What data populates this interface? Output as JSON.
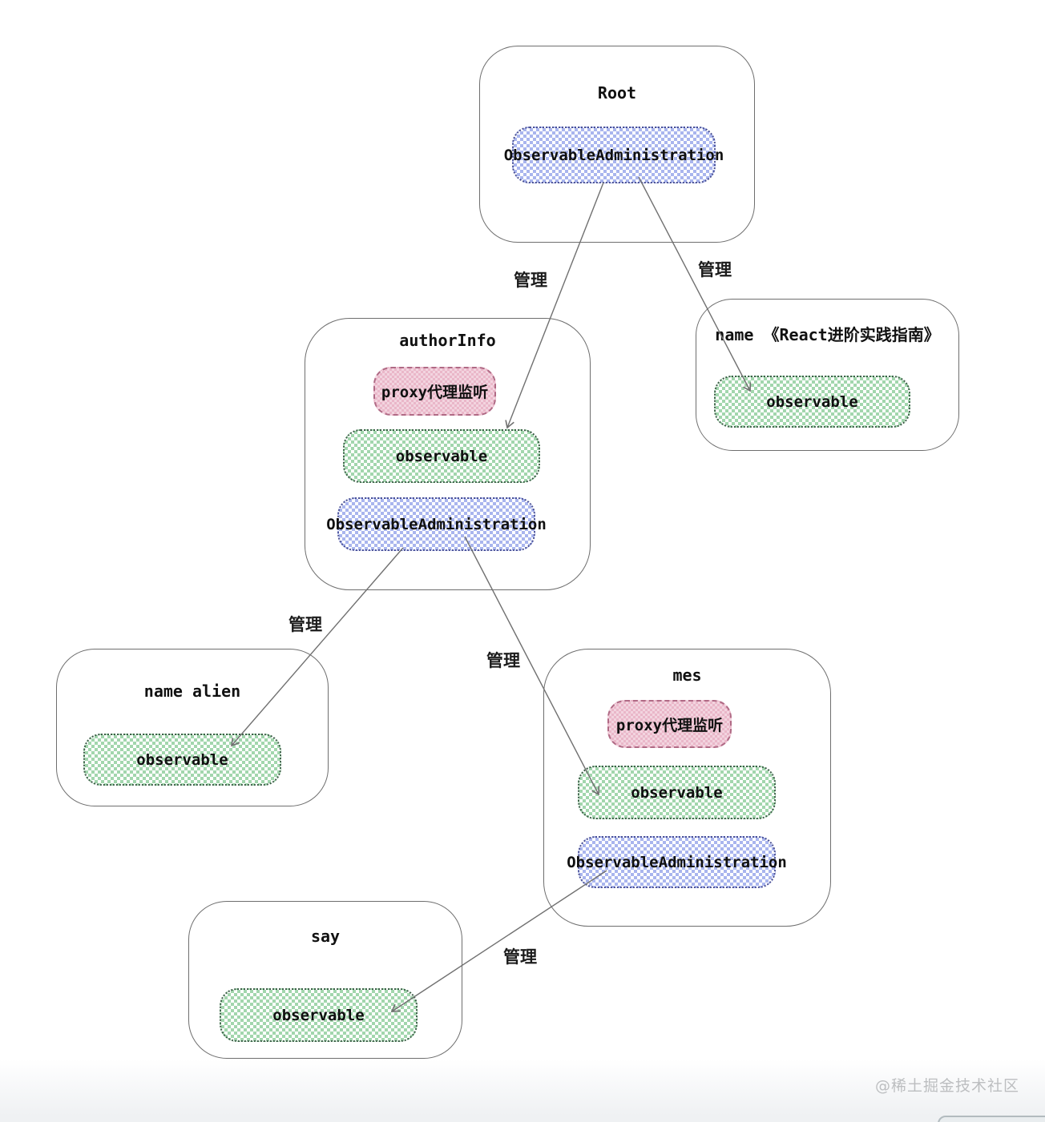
{
  "diagram": {
    "nodes": [
      {
        "title": "Root",
        "pills": [
          {
            "kind": "administration",
            "label": "ObservableAdministration"
          }
        ]
      },
      {
        "title": "authorInfo",
        "pills": [
          {
            "kind": "proxy",
            "label": "proxy代理监听"
          },
          {
            "kind": "observable",
            "label": "observable"
          },
          {
            "kind": "administration",
            "label": "ObservableAdministration"
          }
        ]
      },
      {
        "title": "name 《React进阶实践指南》",
        "pills": [
          {
            "kind": "observable",
            "label": "observable"
          }
        ]
      },
      {
        "title": "name alien",
        "pills": [
          {
            "kind": "observable",
            "label": "observable"
          }
        ]
      },
      {
        "title": "mes",
        "pills": [
          {
            "kind": "proxy",
            "label": "proxy代理监听"
          },
          {
            "kind": "observable",
            "label": "observable"
          },
          {
            "kind": "administration",
            "label": "ObservableAdministration"
          }
        ]
      },
      {
        "title": "say",
        "pills": [
          {
            "kind": "observable",
            "label": "observable"
          }
        ]
      }
    ],
    "edges": [
      {
        "from": "Root.ObservableAdministration",
        "to": "authorInfo.observable",
        "label": "管理"
      },
      {
        "from": "Root.ObservableAdministration",
        "to": "name.observable",
        "label": "管理"
      },
      {
        "from": "authorInfo.ObservableAdministration",
        "to": "name-alien.observable",
        "label": "管理"
      },
      {
        "from": "authorInfo.ObservableAdministration",
        "to": "mes.observable",
        "label": "管理"
      },
      {
        "from": "mes.ObservableAdministration",
        "to": "say.observable",
        "label": "管理"
      }
    ],
    "watermark": "@稀土掘金技术社区",
    "colors": {
      "administration_fill": "#a9b5ee",
      "observable_fill": "#a2d6ad",
      "proxy_fill": "#eab7c9",
      "box_border": "#6e6e6e",
      "edge_line": "#707070"
    }
  }
}
